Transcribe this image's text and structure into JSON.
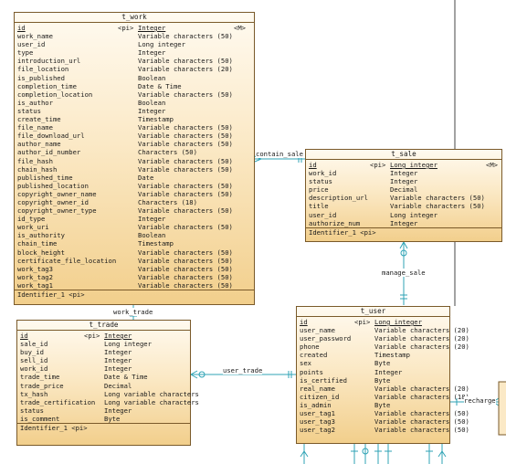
{
  "entities": {
    "t_work": {
      "name": "t_work",
      "identifier": "Identifier_1 <pi>",
      "attrs": [
        {
          "n": "id",
          "k": "<pi>",
          "t": "Integer",
          "m": "<M>",
          "pk": true
        },
        {
          "n": "work_name",
          "t": "Variable characters (50)"
        },
        {
          "n": "user_id",
          "t": "Long integer"
        },
        {
          "n": "type",
          "t": "Integer"
        },
        {
          "n": "introduction_url",
          "t": "Variable characters (50)"
        },
        {
          "n": "file_location",
          "t": "Variable characters (20)"
        },
        {
          "n": "is_published",
          "t": "Boolean"
        },
        {
          "n": "completion_time",
          "t": "Date & Time"
        },
        {
          "n": "completion_location",
          "t": "Variable characters (50)"
        },
        {
          "n": "is_author",
          "t": "Boolean"
        },
        {
          "n": "status",
          "t": "Integer"
        },
        {
          "n": "create_time",
          "t": "Timestamp"
        },
        {
          "n": "file_name",
          "t": "Variable characters (50)"
        },
        {
          "n": "file_download_url",
          "t": "Variable characters (50)"
        },
        {
          "n": "author_name",
          "t": "Variable characters (50)"
        },
        {
          "n": "author_id_number",
          "t": "Characters (50)"
        },
        {
          "n": "file_hash",
          "t": "Variable characters (50)"
        },
        {
          "n": "chain_hash",
          "t": "Variable characters (50)"
        },
        {
          "n": "published_time",
          "t": "Date"
        },
        {
          "n": "published_location",
          "t": "Variable characters (50)"
        },
        {
          "n": "copyright_owner_name",
          "t": "Variable characters (50)"
        },
        {
          "n": "copyright_owner_id",
          "t": "Characters (18)"
        },
        {
          "n": "copyright_owner_type",
          "t": "Variable characters (50)"
        },
        {
          "n": "id_type",
          "t": "Integer"
        },
        {
          "n": "work_uri",
          "t": "Variable characters (50)"
        },
        {
          "n": "is_authority",
          "t": "Boolean"
        },
        {
          "n": "chain_time",
          "t": "Timestamp"
        },
        {
          "n": "block_height",
          "t": "Variable characters (50)"
        },
        {
          "n": "certificate_file_location",
          "t": "Variable characters (50)"
        },
        {
          "n": "work_tag3",
          "t": "Variable characters (50)"
        },
        {
          "n": "work_tag2",
          "t": "Variable characters (50)"
        },
        {
          "n": "work_tag1",
          "t": "Variable characters (50)"
        }
      ]
    },
    "t_sale": {
      "name": "t_sale",
      "identifier": "Identifier_1 <pi>",
      "attrs": [
        {
          "n": "id",
          "k": "<pi>",
          "t": "Long integer",
          "m": "<M>",
          "pk": true
        },
        {
          "n": "work_id",
          "t": "Integer"
        },
        {
          "n": "status",
          "t": "Integer"
        },
        {
          "n": "price",
          "t": "Decimal"
        },
        {
          "n": "description_url",
          "t": "Variable characters (50)"
        },
        {
          "n": "title",
          "t": "Variable characters (50)"
        },
        {
          "n": "user_id",
          "t": "Long integer"
        },
        {
          "n": "authorize_num",
          "t": "Integer"
        }
      ]
    },
    "t_trade": {
      "name": "t_trade",
      "identifier": "Identifier_1 <pi>",
      "attrs": [
        {
          "n": "id",
          "k": "<pi>",
          "t": "Integer",
          "pk": true
        },
        {
          "n": "sale_id",
          "t": "Long integer"
        },
        {
          "n": "buy_id",
          "t": "Integer"
        },
        {
          "n": "sell_id",
          "t": "Integer"
        },
        {
          "n": "work_id",
          "t": "Integer"
        },
        {
          "n": "trade_time",
          "t": "Date & Time"
        },
        {
          "n": "trade_price",
          "t": "Decimal"
        },
        {
          "n": "tx_hash",
          "t": "Long variable characters"
        },
        {
          "n": "trade_certification",
          "t": "Long variable characters"
        },
        {
          "n": "status",
          "t": "Integer"
        },
        {
          "n": "is_comment",
          "t": "Byte"
        }
      ]
    },
    "t_user": {
      "name": "t_user",
      "attrs": [
        {
          "n": "id",
          "k": "<pi>",
          "t": "Long integer",
          "pk": true
        },
        {
          "n": "user_name",
          "t": "Variable characters (20)"
        },
        {
          "n": "user_password",
          "t": "Variable characters (20)"
        },
        {
          "n": "phone",
          "t": "Variable characters (20)"
        },
        {
          "n": "created",
          "t": "Timestamp"
        },
        {
          "n": "sex",
          "t": "Byte"
        },
        {
          "n": "points",
          "t": "Integer"
        },
        {
          "n": "is_certified",
          "t": "Byte"
        },
        {
          "n": "real_name",
          "t": "Variable characters (20)"
        },
        {
          "n": "citizen_id",
          "t": "Variable characters (18)"
        },
        {
          "n": "is_admin",
          "t": "Byte"
        },
        {
          "n": "user_tag1",
          "t": "Variable characters (50)"
        },
        {
          "n": "user_tag3",
          "t": "Variable characters (50)"
        },
        {
          "n": "user_tag2",
          "t": "Variable characters (50)"
        }
      ]
    }
  },
  "relations": {
    "contain_sale": "contain_sale",
    "work_trade": "work_trade",
    "user_trade": "user_trade",
    "manage_sale": "manage_sale",
    "recharge": "recharge"
  },
  "colors": {
    "entity_border": "#7a5a2a",
    "link": "#2fa3b5"
  }
}
